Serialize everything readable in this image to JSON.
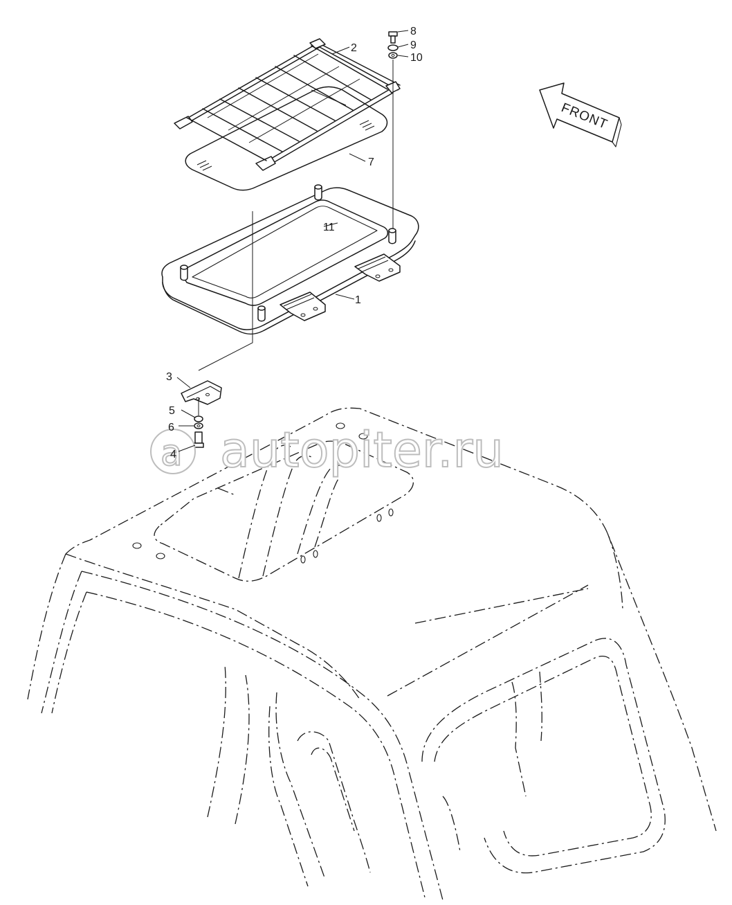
{
  "watermark": {
    "text": "autopiter.ru"
  },
  "direction_label": "FRONT",
  "callouts": [
    {
      "id": "1",
      "label": "1"
    },
    {
      "id": "2",
      "label": "2"
    },
    {
      "id": "3",
      "label": "3"
    },
    {
      "id": "4",
      "label": "4"
    },
    {
      "id": "5",
      "label": "5"
    },
    {
      "id": "6",
      "label": "6"
    },
    {
      "id": "7",
      "label": "7"
    },
    {
      "id": "8",
      "label": "8"
    },
    {
      "id": "9",
      "label": "9"
    },
    {
      "id": "10",
      "label": "10"
    },
    {
      "id": "11",
      "label": "11"
    }
  ]
}
